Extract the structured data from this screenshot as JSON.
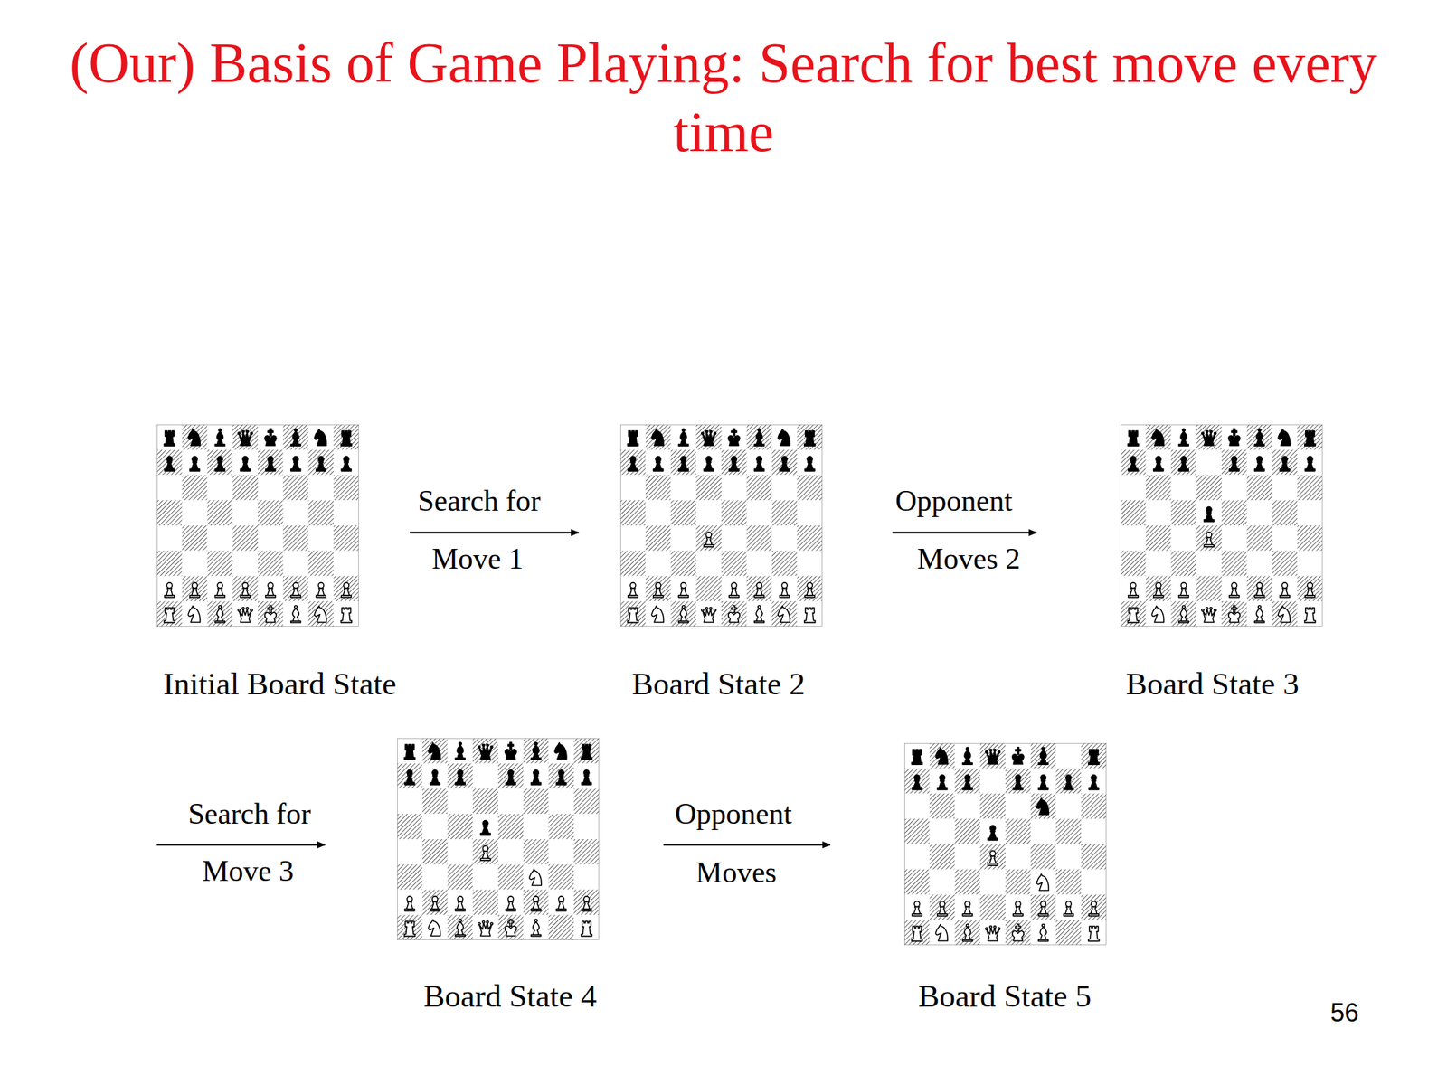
{
  "diagram": {
    "title": "(Our) Basis of Game Playing: Search for best move every time",
    "nodes": [
      {
        "text": [
          "Initial Board State"
        ]
      },
      {
        "text": [
          "Board State 2"
        ]
      },
      {
        "text": [
          "Board State 3"
        ]
      },
      {
        "text": [
          "Board State 4"
        ]
      },
      {
        "text": [
          "Board State 5"
        ]
      }
    ],
    "labels": [
      "Search for",
      "Move 1",
      "Opponent",
      "Moves 2",
      "Search for",
      "Move 3",
      "Opponent",
      "Moves",
      "56"
    ]
  }
}
